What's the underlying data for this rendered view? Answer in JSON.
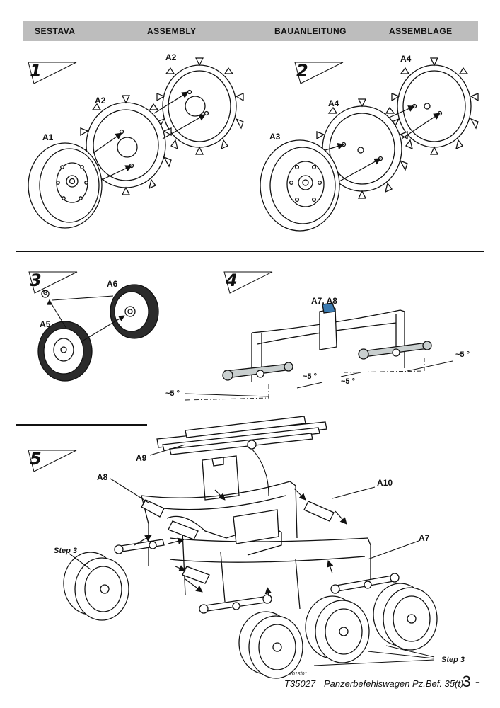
{
  "header": {
    "sestava": "SESTAVA",
    "assembly": "ASSEMBLY",
    "bauanleitung": "BAUANLEITUNG",
    "assemblage": "ASSEMBLAGE"
  },
  "steps": [
    {
      "number": "1",
      "labels": [
        "A2",
        "A2",
        "A1"
      ]
    },
    {
      "number": "2",
      "labels": [
        "A4",
        "A4",
        "A3"
      ]
    },
    {
      "number": "3",
      "labels": [
        "A6",
        "A5",
        "G"
      ]
    },
    {
      "number": "4",
      "labels": [
        "A7, A8"
      ],
      "angles": [
        "~5 °",
        "~5 °",
        "~5 °",
        "~5 °"
      ]
    },
    {
      "number": "5",
      "labels": [
        "A9",
        "A8",
        "A10",
        "A7",
        "Step 3",
        "Step 3"
      ]
    }
  ],
  "footer": {
    "date": "2013/01",
    "code": "T35027",
    "title": "Panzerbefehlswagen Pz.Bef. 35(t)",
    "page": "- 3 -"
  },
  "colors": {
    "header_bg": "#bdbdbd",
    "tire": "#2b2b2b",
    "part_fill": "#c9cfcf"
  }
}
